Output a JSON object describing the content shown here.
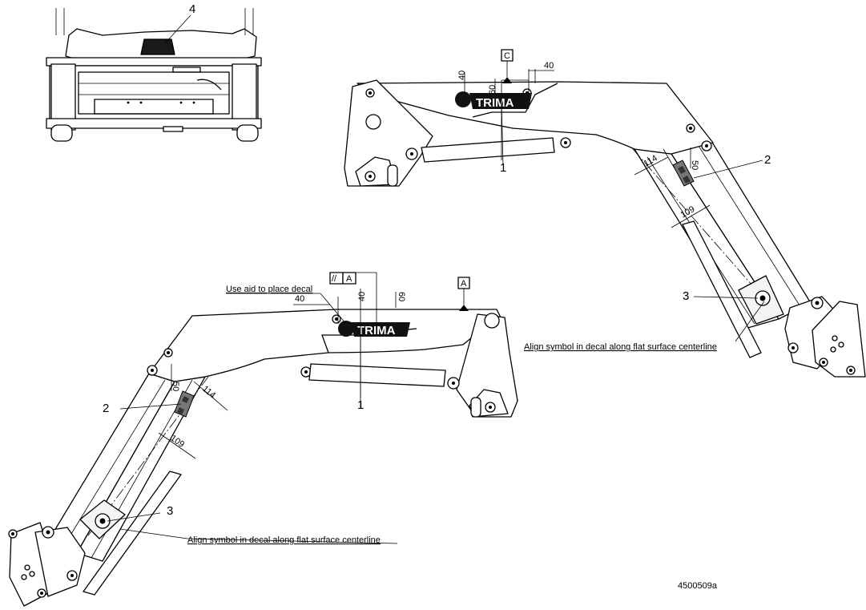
{
  "callouts": {
    "c1_top": "1",
    "c1_bottom": "1",
    "c2_top": "2",
    "c2_bottom": "2",
    "c3_top": "3",
    "c3_bottom": "3",
    "c4": "4"
  },
  "dimensions": {
    "top_40_vertical": "40",
    "top_60": "60",
    "top_40_horizontal": "40",
    "top_114": "114",
    "top_50": "50",
    "top_109": "109",
    "bottom_40_horizontal": "40",
    "bottom_40_vertical": "40",
    "bottom_60": "60",
    "bottom_50": "50",
    "bottom_114": "114",
    "bottom_109": "109"
  },
  "datums": {
    "top_datum": "C",
    "bottom_datum": "A",
    "parallel_symbol": "//",
    "parallel_ref": "A"
  },
  "notes": {
    "use_aid": "Use aid to place decal",
    "align_top": "Align symbol in decal along flat surface centerline",
    "align_bottom": "Align symbol in decal along flat surface centerline"
  },
  "decals": {
    "brand_top": "TRIMA",
    "brand_bottom": "TRIMA"
  },
  "drawing_number": "4500509a"
}
